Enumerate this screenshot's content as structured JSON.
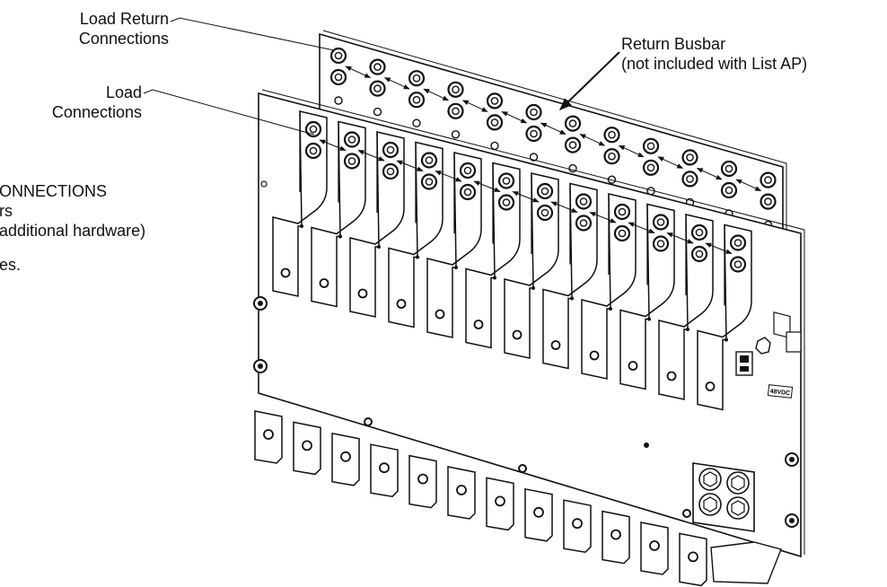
{
  "labels": {
    "load_return": [
      "Load Return",
      "Connections"
    ],
    "load": [
      "Load",
      "Connections"
    ],
    "return_busbar": [
      "Return Busbar",
      "(not included with List AP)"
    ],
    "cropped_note": [
      "ONNECTIONS",
      "rs",
      "additional hardware)",
      "es."
    ]
  },
  "plate_marking": "48VDC",
  "counts": {
    "load_connections": 12,
    "return_connections": 12
  }
}
